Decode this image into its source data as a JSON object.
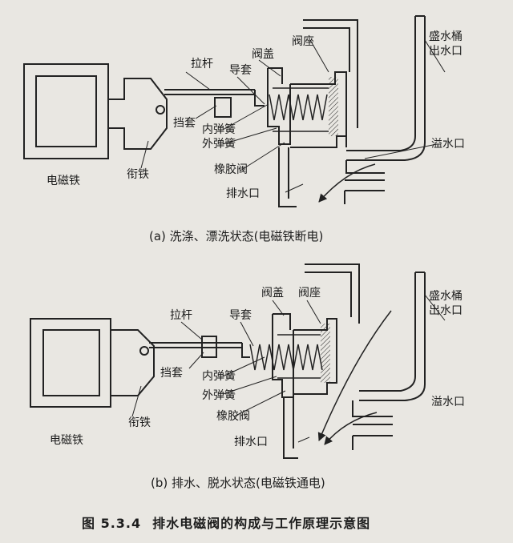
{
  "diagram_a": {
    "labels": {
      "pull_rod": "拉杆",
      "valve_cover": "阀盖",
      "valve_seat": "阀座",
      "guide_sleeve": "导套",
      "tank": "盛水桶",
      "outlet": "出水口",
      "stop_sleeve": "挡套",
      "inner_spring": "内弹簧",
      "outer_spring": "外弹簧",
      "overflow": "溢水口",
      "rubber_valve": "橡胶阀",
      "armature": "衔铁",
      "electromagnet": "电磁铁",
      "drain": "排水口"
    },
    "caption": "(a) 洗涤、漂洗状态(电磁铁断电)"
  },
  "diagram_b": {
    "labels": {
      "pull_rod": "拉杆",
      "valve_cover": "阀盖",
      "valve_seat": "阀座",
      "guide_sleeve": "导套",
      "tank": "盛水桶",
      "outlet": "出水口",
      "stop_sleeve": "挡套",
      "inner_spring": "内弹簧",
      "outer_spring": "外弹簧",
      "overflow": "溢水口",
      "rubber_valve": "橡胶阀",
      "armature": "衔铁",
      "electromagnet": "电磁铁",
      "drain": "排水口"
    },
    "caption": "(b) 排水、脱水状态(电磁铁通电)"
  },
  "figure": {
    "number": "图 5.3.4",
    "title": "排水电磁阀的构成与工作原理示意图"
  }
}
